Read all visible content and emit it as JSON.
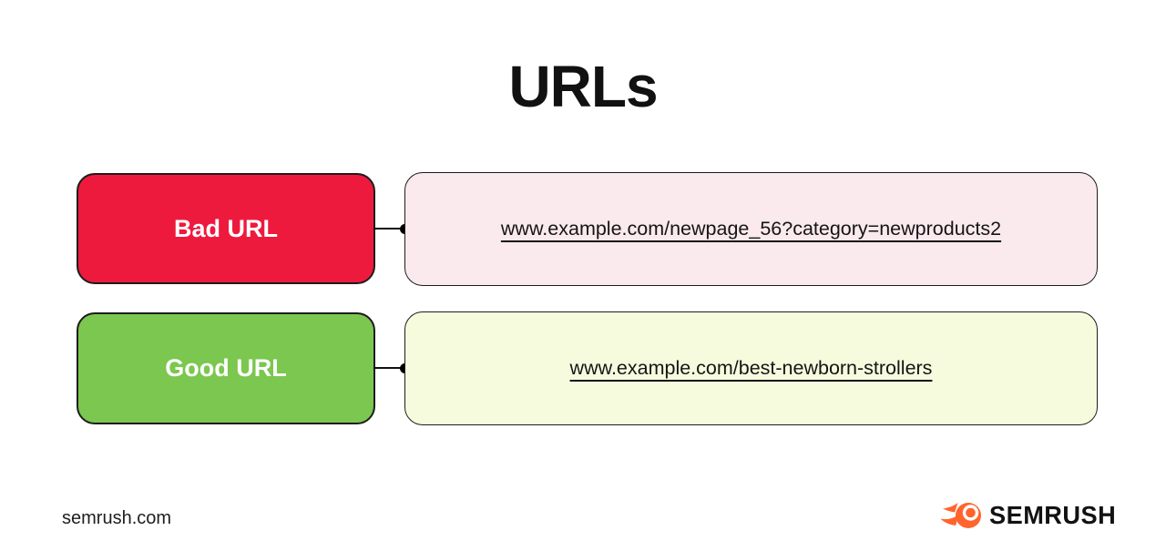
{
  "title": "URLs",
  "rows": [
    {
      "label": "Bad URL",
      "url": "www.example.com/newpage_56?category=newproducts2",
      "label_bg": "#EE1A3E",
      "panel_bg": "#FAE9ED"
    },
    {
      "label": "Good URL",
      "url": "www.example.com/best-newborn-strollers",
      "label_bg": "#7BC74F",
      "panel_bg": "#F7FBDE"
    }
  ],
  "footer": {
    "site_label": "semrush.com",
    "brand_name": "SEMRUSH",
    "brand_color": "#FF642D"
  },
  "colors": {
    "bad_label": "#EE1A3E",
    "good_label": "#7BC74F",
    "bad_panel": "#FAE9ED",
    "good_panel": "#F7FBDE",
    "outline": "#1C1C1C",
    "background": "#FFFFFF",
    "text": "#111111"
  }
}
